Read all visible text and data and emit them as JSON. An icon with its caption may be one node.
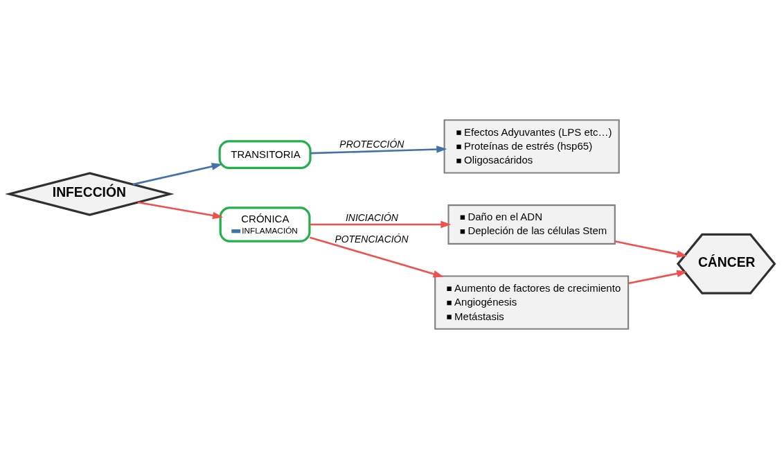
{
  "diagram": {
    "nodes": [
      {
        "text": [
          "INFECCIÓN"
        ]
      },
      {
        "text": [
          "TRANSITORIA"
        ]
      },
      {
        "text": [
          "Efectos Adyuvantes (LPS etc…)",
          "Proteínas de estrés (hsp65)",
          "Oligosacáridos"
        ]
      },
      {
        "text": [
          "CRÓNICA",
          "INFLAMACIÓN"
        ]
      },
      {
        "text": [
          "Daño en el ADN",
          "Depleción de las células Stem"
        ]
      },
      {
        "text": [
          "Aumento de factores de crecimiento",
          "Angiogénesis",
          "Metástasis"
        ]
      },
      {
        "text": [
          "CÁNCER"
        ]
      }
    ],
    "edges": [
      {
        "from": 0,
        "to": 1,
        "arrow": "to",
        "color": "#4472a8"
      },
      {
        "from": 1,
        "to": 2,
        "arrow": "to",
        "label": "PROTECCIÓN",
        "color": "#4472a8"
      },
      {
        "from": 0,
        "to": 3,
        "arrow": "to"
      },
      {
        "from": 3,
        "to": 4,
        "arrow": "to",
        "label": "INICIACIÓN"
      },
      {
        "from": 3,
        "to": 5,
        "arrow": "to",
        "label": "POTENCIACIÓN"
      },
      {
        "from": 4,
        "to": 6,
        "arrow": "to"
      },
      {
        "from": 5,
        "to": 6,
        "arrow": "to"
      }
    ]
  }
}
